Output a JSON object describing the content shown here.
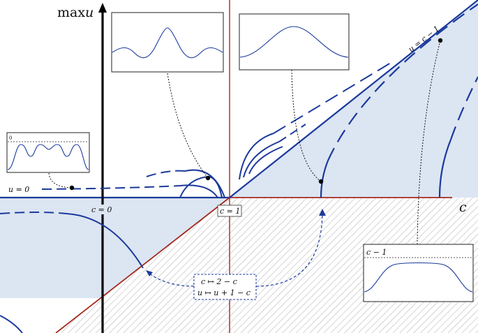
{
  "axes": {
    "y_label_max": "max",
    "y_label_var": "u",
    "x_label": "c"
  },
  "labels": {
    "u_zero": "u = 0",
    "c_zero": "c = 0",
    "c_one": "c = 1",
    "u_line": "u = c − 1",
    "map_line1": "c ↦ 2 − c",
    "map_line2": "u ↦ u + 1 − c",
    "inset_zero": "0",
    "inset_cminus1": "c − 1"
  },
  "colors": {
    "curve": "#1b3a9c",
    "axis_red": "#a52a1f",
    "fill": "#dce5f2",
    "hatch": "#b9b9b9",
    "axis_black": "#000000"
  }
}
